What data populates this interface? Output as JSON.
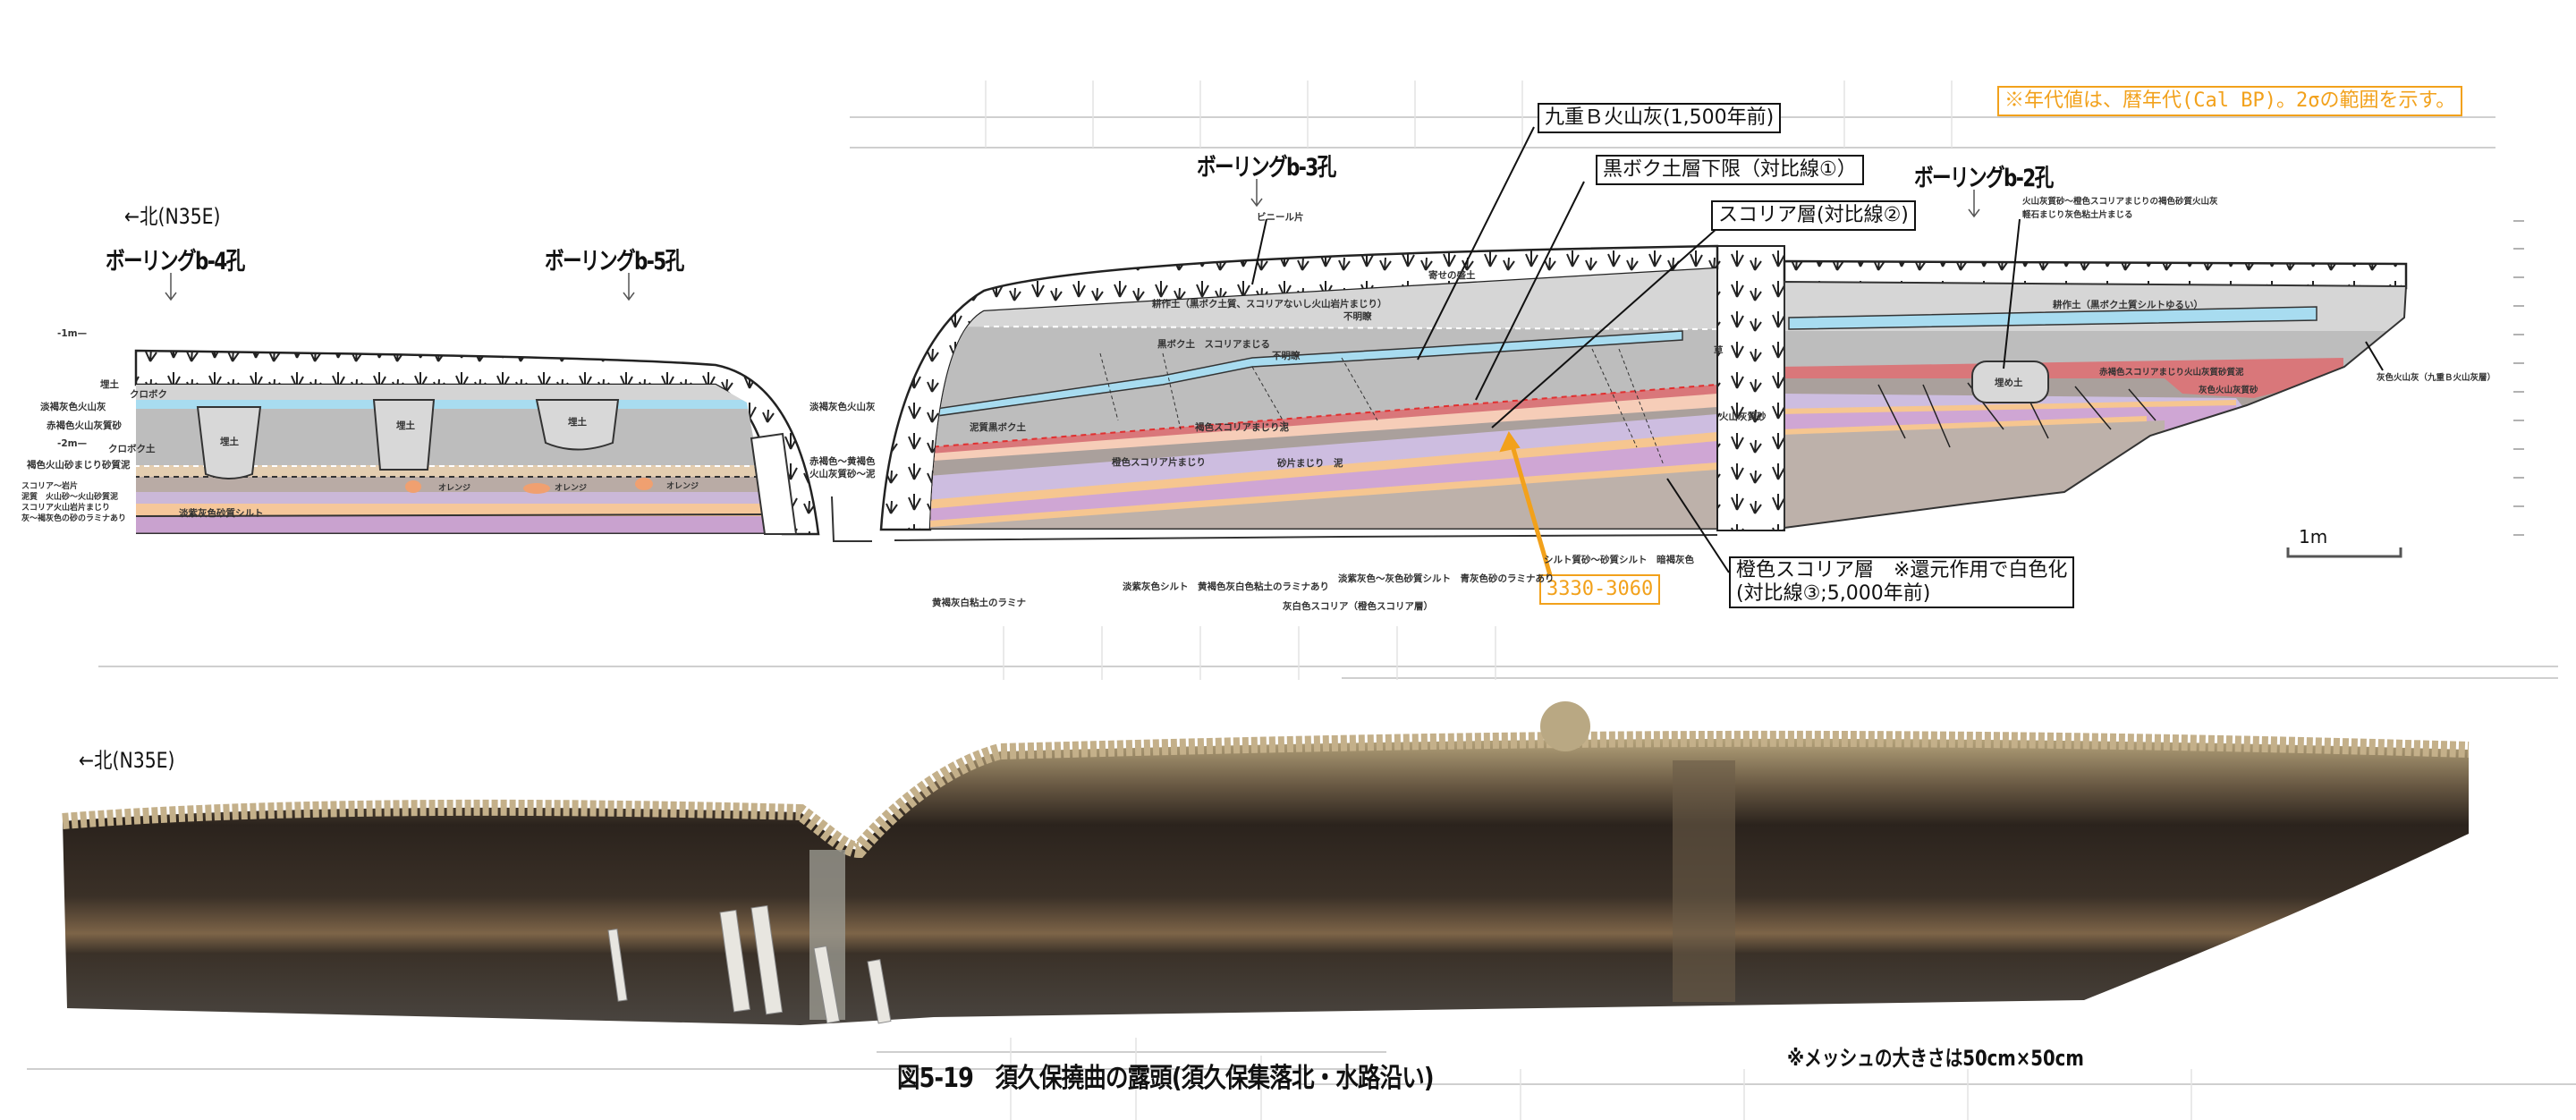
{
  "note": "※年代値は、暦年代(Cal BP)。2σの範囲を示す。",
  "age_label": "3330-3060",
  "callouts": {
    "kuju_b": "九重Ｂ火山灰(1,500年前)",
    "kuroboku_lower": "黒ボク土層下限（対比線①）",
    "scoria": "スコリア層(対比線②)",
    "orange_scoria_line1": "橙色スコリア層　※還元作用で白色化",
    "orange_scoria_line2": "(対比線③;5,000年前)"
  },
  "directions": {
    "diagram": "←北(N35E)",
    "photo": "←北(N35E)"
  },
  "borings": {
    "b4": "ボーリングb-4孔",
    "b5": "ボーリングb-5孔",
    "b3": "ボーリングb-3孔",
    "b2": "ボーリングb-2孔"
  },
  "scale_label": "1m",
  "caption": "図5-19　須久保撓曲の露頭(須久保集落北・水路沿い)",
  "mesh_note": "※メッシュの大きさは50cm×50cm",
  "colors": {
    "accent": "#f2a11b",
    "blue_ash": "#a8dcf0",
    "red_scoria": "#d9777a",
    "lavender": "#cdbde0",
    "orange": "#f6c690"
  },
  "layer_labels": [
    "-1m—",
    "埋土",
    "クロボク",
    "淡褐灰色火山灰",
    "赤褐色火山灰質砂",
    "-2m—",
    "クロボク土",
    "褐色火山砂まじり砂質泥",
    "スコリア～岩片",
    "泥質　火山砂～火山砂質泥",
    "スコリア火山岩片まじり",
    "灰～褐灰色の砂のラミナあり",
    "淡紫灰色砂質シルト",
    "埋土",
    "埋土",
    "埋土",
    "オレンジ",
    "オレンジ",
    "オレンジ",
    "ビニール片",
    "寄せの盛土",
    "耕作土（黒ボク土質、スコリアないし火山岩片まじり）",
    "不明瞭",
    "黒ボク土　スコリアまじる",
    "不明瞭",
    "泥質黒ボク土",
    "褐色スコリアまじり泥",
    "橙色スコリア片まじり",
    "砂片まじり　泥",
    "淡褐灰色火山灰",
    "赤褐色～黄褐色",
    "火山灰質砂～泥",
    "草",
    "火山灰質砂",
    "シルト質砂～砂質シルト　暗褐灰色",
    "黄褐灰白粘土のラミナ",
    "淡紫灰色シルト　黄褐色灰白色粘土のラミナあり",
    "淡紫灰色～灰色砂質シルト　青灰色砂のラミナあり",
    "灰白色スコリア（橙色スコリア層）",
    "火山灰質砂～橙色スコリアまじりの褐色砂質火山灰",
    "軽石まじり灰色粘土片まじる",
    "耕作土（黒ボク土質シルトゆるい）",
    "埋め土",
    "赤褐色スコリアまじり火山灰質砂質泥",
    "灰色火山灰質砂",
    "灰色火山灰（九重Ｂ火山灰層）"
  ]
}
